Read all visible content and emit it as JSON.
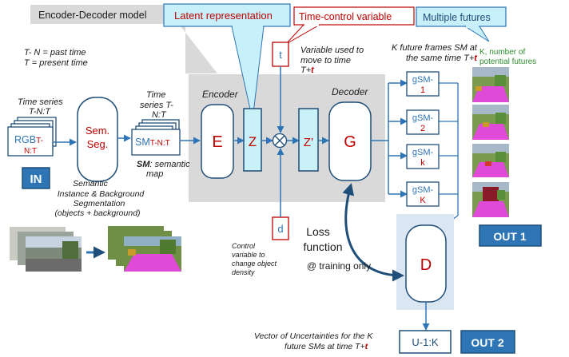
{
  "colors": {
    "navy": "#1f4e79",
    "panel": "#d9d9d9",
    "z_fill": "#c9f1f7",
    "red": "#c00000",
    "green": "#2e8b2e",
    "blue_box": "#2e75b6",
    "callout_fill": "#c7f0fa",
    "callout_border": "#2e75b6"
  },
  "header": {
    "model_title": "Encoder-Decoder model",
    "latent": "Latent representation",
    "time_control": "Time-control variable",
    "multiple_futures": "Multiple futures"
  },
  "legend": {
    "past": "T- N = past time",
    "present": "T = present time"
  },
  "input": {
    "series_caption_1": "Time series",
    "series_caption_2": "T-N:T",
    "rgb_main": "RGB",
    "rgb_sub": "T-",
    "rgb_sub2": "N:T",
    "in_badge": "IN"
  },
  "segmentation": {
    "box_1": "Sem.",
    "box_2": "Seg.",
    "caption_1": "Semantic",
    "caption_2": "Instance & Background",
    "caption_3": "Segmentation",
    "caption_4": "(objects + background)"
  },
  "semantic_map": {
    "series_caption_1": "Time",
    "series_caption_2": "series T-",
    "series_caption_3": "N:T",
    "sm_main": "SM",
    "sm_sub": "T-N:T",
    "def_bold": "SM",
    "def_rest": ": semantic",
    "def_line2": "map"
  },
  "encoder": {
    "title": "Encoder",
    "e": "E",
    "z": "Z"
  },
  "time_var": {
    "t": "t",
    "desc_1": "Variable used to",
    "desc_2": "move to time",
    "desc_3": "T+",
    "desc_3_t": "t"
  },
  "decoder": {
    "title": "Decoder",
    "z_prime": "Z’",
    "g": "G"
  },
  "density": {
    "d": "d",
    "desc_1": "Control",
    "desc_2": "variable to",
    "desc_3": "change object",
    "desc_4": "density"
  },
  "futures": {
    "caption_1": "K future frames SM at",
    "caption_2": "the same time T+",
    "caption_2_t": "t",
    "k_note_1": "K, number of",
    "k_note_2": "potential futures",
    "outputs": [
      {
        "line1": "gSM-",
        "line2": "1"
      },
      {
        "line1": "gSM-",
        "line2": "2"
      },
      {
        "line1": "gSM-",
        "line2": "k"
      },
      {
        "line1": "gSM-",
        "line2": "K"
      }
    ],
    "out1": "OUT 1"
  },
  "discriminator": {
    "d": "D",
    "loss_1": "Loss",
    "loss_2": "function",
    "training": "@ training only"
  },
  "uncertainty": {
    "box": "U-1:K",
    "out2": "OUT 2",
    "caption_1": "Vector of Uncertainties for the K",
    "caption_2": "future SMs at time T+",
    "caption_2_t": "t"
  }
}
